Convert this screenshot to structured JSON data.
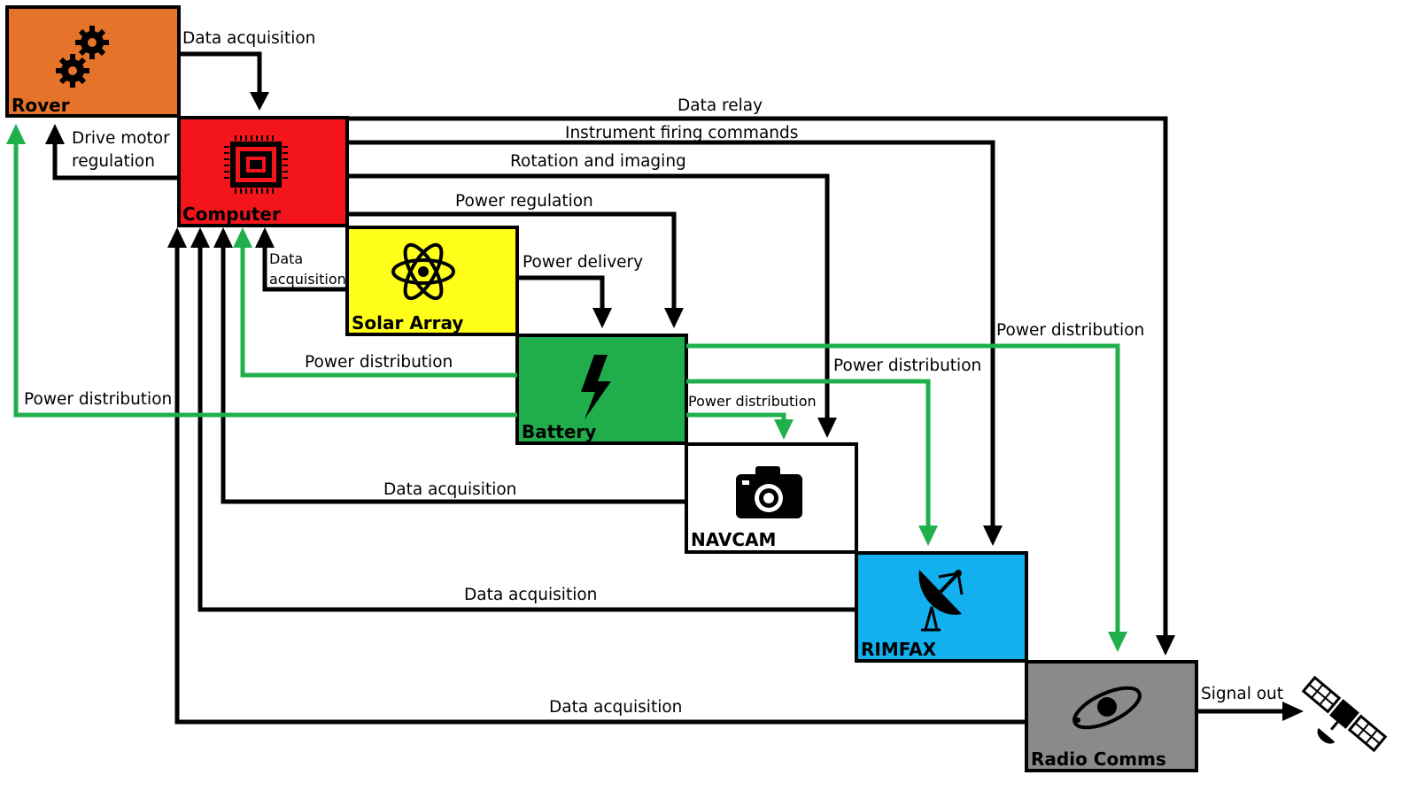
{
  "boxes": {
    "rover": {
      "label": "Rover",
      "color": "#e5742a"
    },
    "computer": {
      "label": "Computer",
      "color": "#f4141b"
    },
    "solar": {
      "label": "Solar Array",
      "color": "#ffff1a"
    },
    "battery": {
      "label": "Battery",
      "color": "#1fae4b"
    },
    "navcam": {
      "label": "NAVCAM",
      "color": "#ffffff"
    },
    "rimfax": {
      "label": "RIMFAX",
      "color": "#12b0ef"
    },
    "radio": {
      "label": "Radio Comms",
      "color": "#8a8a8a"
    }
  },
  "labels": {
    "rover_to_computer": "Data acquisition",
    "drive_motor_1": "Drive motor",
    "drive_motor_2": "regulation",
    "data_relay": "Data relay",
    "instrument_firing": "Instrument firing commands",
    "rotation_imaging": "Rotation and imaging",
    "power_regulation": "Power regulation",
    "power_delivery": "Power delivery",
    "solar_data_1": "Data",
    "solar_data_2": "acquisition",
    "battery_to_computer_power": "Power distribution",
    "battery_to_rover_power": "Power distribution",
    "battery_to_navcam_power": "Power distribution",
    "battery_to_rimfax_power": "Power distribution",
    "battery_to_radio_power": "Power distribution",
    "navcam_data": "Data acquisition",
    "rimfax_data": "Data acquisition",
    "radio_data": "Data acquisition",
    "signal_out": "Signal out"
  },
  "colors": {
    "data_line": "#000000",
    "power_line": "#1fb04b"
  },
  "icons": {
    "rover": "gears-icon",
    "computer": "cpu-chip-icon",
    "solar": "atom-icon",
    "battery": "lightning-bolt-icon",
    "navcam": "camera-icon",
    "rimfax": "radar-dish-icon",
    "radio": "orbit-icon",
    "signal": "satellite-icon"
  }
}
